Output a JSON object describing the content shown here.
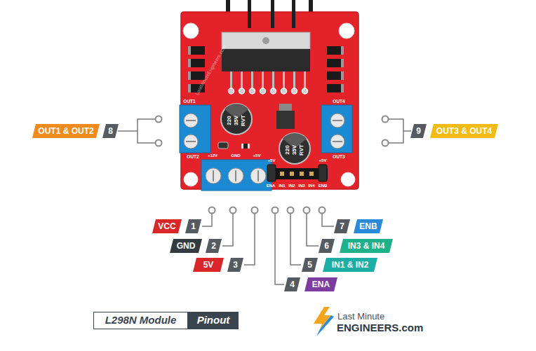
{
  "diagram": {
    "nodes": [
      {
        "text": [
          "OUT1 & OUT2"
        ]
      },
      {
        "text": [
          "8"
        ]
      },
      {
        "text": [
          "9"
        ]
      },
      {
        "text": [
          "OUT3 & OUT4"
        ]
      },
      {
        "text": [
          "VCC"
        ]
      },
      {
        "text": [
          "1"
        ]
      },
      {
        "text": [
          "7"
        ]
      },
      {
        "text": [
          "ENB"
        ]
      },
      {
        "text": [
          "GND"
        ]
      },
      {
        "text": [
          "2"
        ]
      },
      {
        "text": [
          "6"
        ]
      },
      {
        "text": [
          "IN3 & IN4"
        ]
      },
      {
        "text": [
          "5V"
        ]
      },
      {
        "text": [
          "3"
        ]
      },
      {
        "text": [
          "5"
        ]
      },
      {
        "text": [
          "IN1 & IN2"
        ]
      },
      {
        "text": [
          "4"
        ]
      },
      {
        "text": [
          "ENA"
        ]
      },
      {
        "text": [
          "L298N Module"
        ]
      },
      {
        "text": [
          "Pinout"
        ]
      }
    ],
    "labels": [
      "OUT1",
      "OUT2",
      "OUT4",
      "OUT3",
      "+12V",
      "GND",
      "+5V",
      "+5V",
      "+5V",
      "ENA",
      "IN1",
      "IN2",
      "IN3",
      "IN4",
      "ENB",
      "220",
      "35V",
      "RVT",
      "220",
      "35V",
      "RVT",
      "LastMinuteEngineers.com",
      "Last Minute",
      "ENGINEERS.com"
    ]
  }
}
